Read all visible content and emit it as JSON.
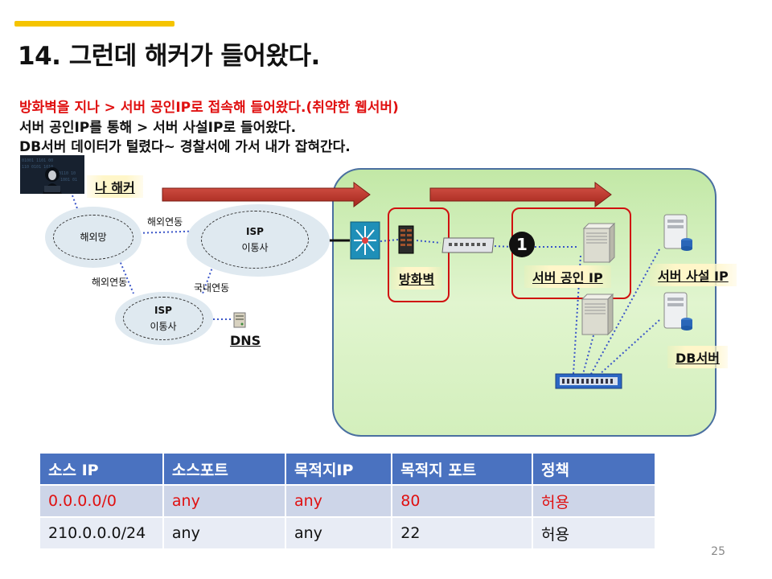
{
  "slide": {
    "title": "14. 그런데 해커가 들어왔다.",
    "page_number": "25",
    "accent_color": "#f5c400"
  },
  "description": {
    "line1": "방화벽을 지나 > 서버 공인IP로 접속해 들어왔다.(취약한 웹서버)",
    "line2": "서버 공인IP를 통해 > 서버 사설IP로 들어왔다.",
    "line3": "DB서버 데이터가 털렸다~   경찰서에 가서 내가 잡혀간다.",
    "highlight_color": "#e01010"
  },
  "diagram": {
    "hacker_label": "나 해커",
    "overseas_net": "해외망",
    "isp_top": {
      "line1": "ISP",
      "line2": "이통사"
    },
    "isp_bottom": {
      "line1": "ISP",
      "line2": "이통사"
    },
    "link_overseas_1": "해외연동",
    "link_overseas_2": "해외연동",
    "link_domestic": "국내연동",
    "dns_label": "DNS",
    "firewall_label": "방화벽",
    "server_public_label": "서버 공인 IP",
    "server_private_label": "서버 사설 IP",
    "db_label": "DB서버",
    "step_number": "1",
    "zone_color": "#c8ebb0",
    "frame_color": "#d01010",
    "arrow_color": "#c0392b"
  },
  "policy_table": {
    "headers": [
      "소스 IP",
      "소스포트",
      "목적지IP",
      "목적지 포트",
      "정책"
    ],
    "rows": [
      [
        "0.0.0.0/0",
        "any",
        "any",
        "80",
        "허용"
      ],
      [
        "210.0.0.0/24",
        "any",
        "any",
        "22",
        "허용"
      ]
    ],
    "header_color": "#4a72c0",
    "row1_text_color": "#e01010"
  }
}
